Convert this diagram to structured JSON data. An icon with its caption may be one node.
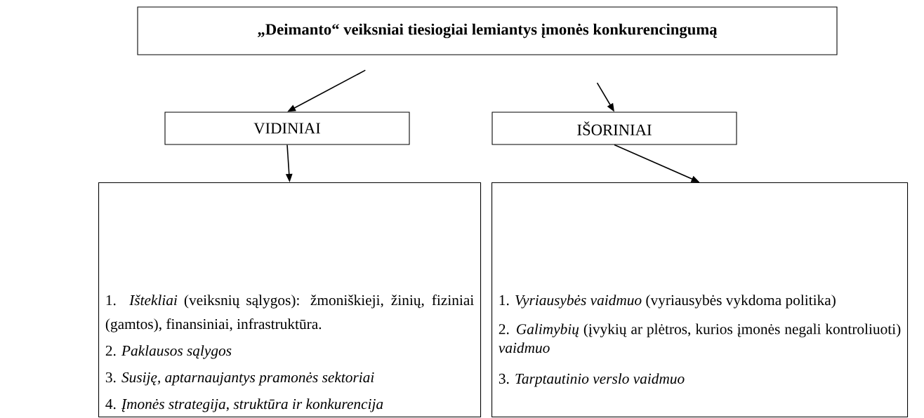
{
  "diagram": {
    "nodes": [
      {
        "text": [
          "„Deimanto“ veiksniai tiesiogiai lemiantys įmonės konkurencingumą"
        ]
      },
      {
        "text": [
          "VIDINIAI"
        ]
      },
      {
        "text": [
          "IŠORINIAI"
        ]
      },
      {
        "text": [
          "1. *Ištekliai* (veiksnių sąlygos): žmoniškieji, žinių, fiziniai (gamtos), finansiniai, infrastruktūra.",
          "2. *Paklausos sąlygos*",
          "3. *Susiję, aptarnaujantys pramonės sektoriai*",
          "4. *Įmonės strategija, struktūra ir konkurencija*"
        ]
      },
      {
        "text": [
          "1. *Vyriausybės vaidmuo* (vyriausybės vykdoma politika)",
          "2. *Galimybių* (įvykių ar plėtros, kurios įmonės negali kontroliuoti) *vaidmuo*",
          "3. *Tarptautinio verslo vaidmuo*"
        ]
      }
    ],
    "edges": [
      {
        "from": 0,
        "to": 1,
        "arrow": "to"
      },
      {
        "from": 0,
        "to": 2,
        "arrow": "to"
      },
      {
        "from": 1,
        "to": 3,
        "arrow": "to"
      },
      {
        "from": 2,
        "to": 4,
        "arrow": "to"
      }
    ]
  }
}
